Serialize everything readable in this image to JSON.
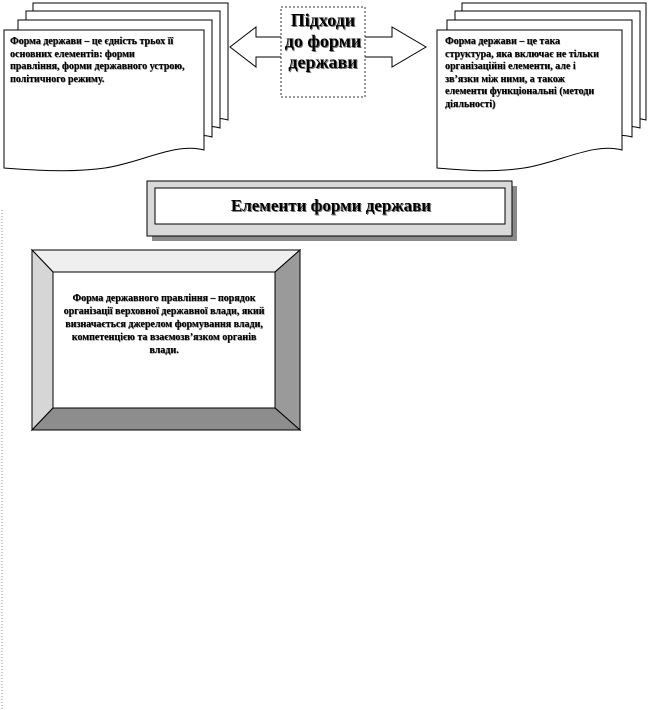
{
  "left_definition": {
    "text": "Форма держави – це єдність трьох її основних елементів: форми правління, форми державного устрою, політичного режиму."
  },
  "center_label": {
    "lines": [
      "Підходи",
      "до форми",
      "держави"
    ]
  },
  "right_definition": {
    "text": "Форма держави – це така структура, яка включає не тільки організаційні елементи, але і зв’язки між ними, а також елементи функціональні (методи діяльності)"
  },
  "elements_box": {
    "title": "Елементи форми держави"
  },
  "government_form": {
    "text": "Форма державного правління – порядок організації верховної державної влади, який визначається джерелом формування влади, компетенцією та взаємозв’язком органів влади."
  }
}
